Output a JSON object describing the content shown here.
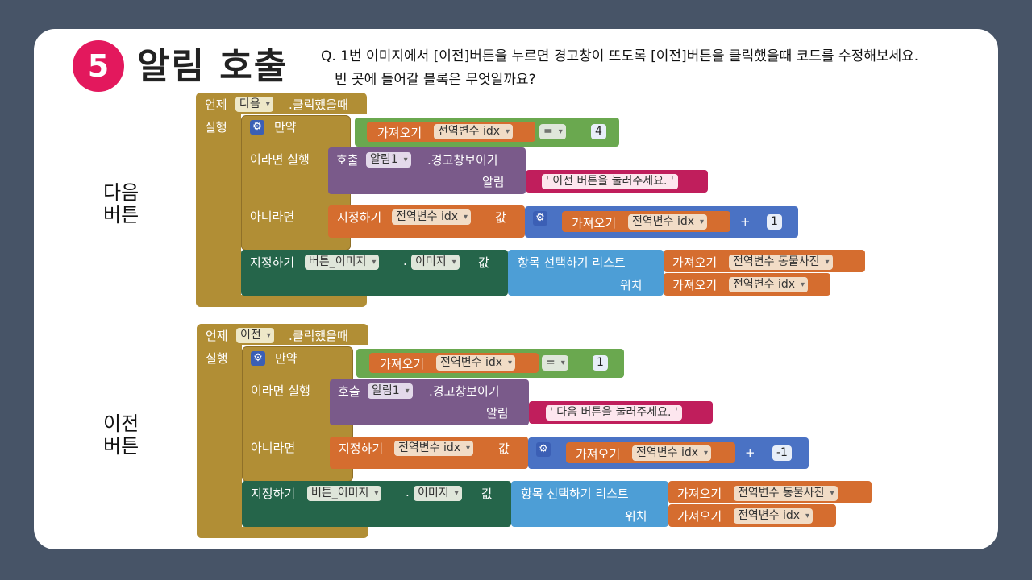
{
  "header": {
    "badge": "5",
    "title": "알림 호출",
    "question_line1": "Q. 1번 이미지에서 [이전]버튼을 누르면 경고창이 뜨도록 [이전]버튼을 클릭했을때 코드를 수정해보세요.",
    "question_line2": "빈 곳에 들어갈 블록은 무엇일까요?"
  },
  "labels": {
    "next_button": [
      "다음",
      "버튼"
    ],
    "prev_button": [
      "이전",
      "버튼"
    ]
  },
  "block_next": {
    "event_when": "언제",
    "event_component": "다음",
    "event_name": ".클릭했을때",
    "do": "실행",
    "if": "만약",
    "get": "가져오기",
    "var_idx": "전역변수 idx",
    "op_eq": "=",
    "cmp_value": "4",
    "then": "이라면 실행",
    "call": "호출",
    "notifier": "알림1",
    "method": ".경고창보이기",
    "notice": "알림",
    "message": "이전 버튼을 눌러주세요.",
    "else": "아니라면",
    "set": "지정하기",
    "to": "값",
    "op_plus": "+",
    "step": "1",
    "img_component": "버튼_이미지",
    "dot": ".",
    "img_prop": "이미지",
    "select_item": "항목 선택하기  리스트",
    "var_list": "전역변수 동물사진",
    "index": "위치"
  },
  "block_prev": {
    "event_when": "언제",
    "event_component": "이전",
    "event_name": ".클릭했을때",
    "do": "실행",
    "if": "만약",
    "get": "가져오기",
    "var_idx": "전역변수 idx",
    "op_eq": "=",
    "cmp_value": "1",
    "then": "이라면 실행",
    "call": "호출",
    "notifier": "알림1",
    "method": ".경고창보이기",
    "notice": "알림",
    "message": "다음 버튼을 눌러주세요.",
    "else": "아니라면",
    "set": "지정하기",
    "to": "값",
    "op_plus": "+",
    "step": "-1",
    "img_component": "버튼_이미지",
    "dot": ".",
    "img_prop": "이미지",
    "select_item": "항목 선택하기  리스트",
    "var_list": "전역변수 동물사진",
    "index": "위치"
  },
  "colors": {
    "background": "#475467",
    "badge": "#e3185d",
    "event_block": "#b18e35",
    "logic_block": "#6aa84f",
    "variable_block": "#d56d2f",
    "notifier_block": "#7a5a8a",
    "text_block": "#c01e5c",
    "math_block": "#4a72c4",
    "component_block": "#25654a",
    "list_block": "#4d9ed6"
  }
}
